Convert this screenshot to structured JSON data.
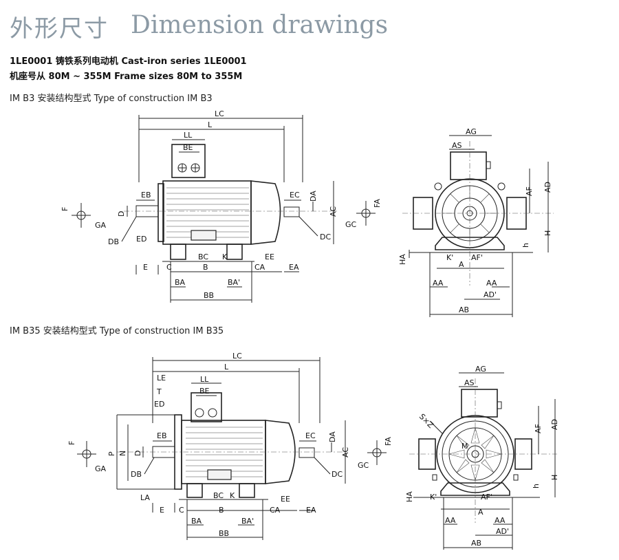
{
  "header": {
    "title_cn": "外形尺寸",
    "title_en": "Dimension drawings",
    "line1": "1LE0001 铸铁系列电动机  Cast-iron series 1LE0001",
    "line2": "机座号从 80M ~ 355M  Frame sizes 80M to 355M"
  },
  "b3": {
    "heading": "IM B3 安装结构型式  Type of construction IM B3",
    "side": {
      "LC": "LC",
      "L": "L",
      "LL": "LL",
      "BE": "BE",
      "EB": "EB",
      "EC": "EC",
      "DA": "DA",
      "AC": "AC",
      "F": "F",
      "GA": "GA",
      "D": "D",
      "DB": "DB",
      "ED": "ED",
      "GC": "GC",
      "FA": "FA",
      "DC": "DC",
      "BC": "BC",
      "K": "K",
      "EE": "EE",
      "E": "E",
      "C": "C",
      "B": "B",
      "CA": "CA",
      "EA": "EA",
      "BA": "BA",
      "BA2": "BA'",
      "BB": "BB"
    },
    "front": {
      "AG": "AG",
      "AS": "AS",
      "AF": "AF",
      "AD": "AD",
      "H": "H",
      "h": "h",
      "HA": "HA",
      "K2": "K'",
      "AF2": "AF'",
      "A": "A",
      "AA": "AA",
      "AD2": "AD'",
      "AB": "AB"
    }
  },
  "b35": {
    "heading": "IM B35 安装结构型式   Type of construction IM B35",
    "side": {
      "LC": "LC",
      "L": "L",
      "LE": "LE",
      "T": "T",
      "LL": "LL",
      "BE": "BE",
      "ED": "ED",
      "EB": "EB",
      "EC": "EC",
      "DA": "DA",
      "AC": "AC",
      "F": "F",
      "GA": "GA",
      "P": "P",
      "N": "N",
      "D": "D",
      "DB": "DB",
      "GC": "GC",
      "FA": "FA",
      "DC": "DC",
      "LA": "LA",
      "BC": "BC",
      "K": "K",
      "EE": "EE",
      "E": "E",
      "C": "C",
      "B": "B",
      "CA": "CA",
      "EA": "EA",
      "BA": "BA",
      "BA2": "BA'",
      "BB": "BB"
    },
    "front": {
      "AG": "AG",
      "AS": "AS",
      "SZ": "S×Z",
      "M": "M",
      "AF": "AF",
      "AD": "AD",
      "H": "H",
      "h": "h",
      "HA": "HA",
      "K2": "K'",
      "AF2": "AF'",
      "A": "A",
      "AA": "AA",
      "AD2": "AD'",
      "AB": "AB"
    }
  }
}
